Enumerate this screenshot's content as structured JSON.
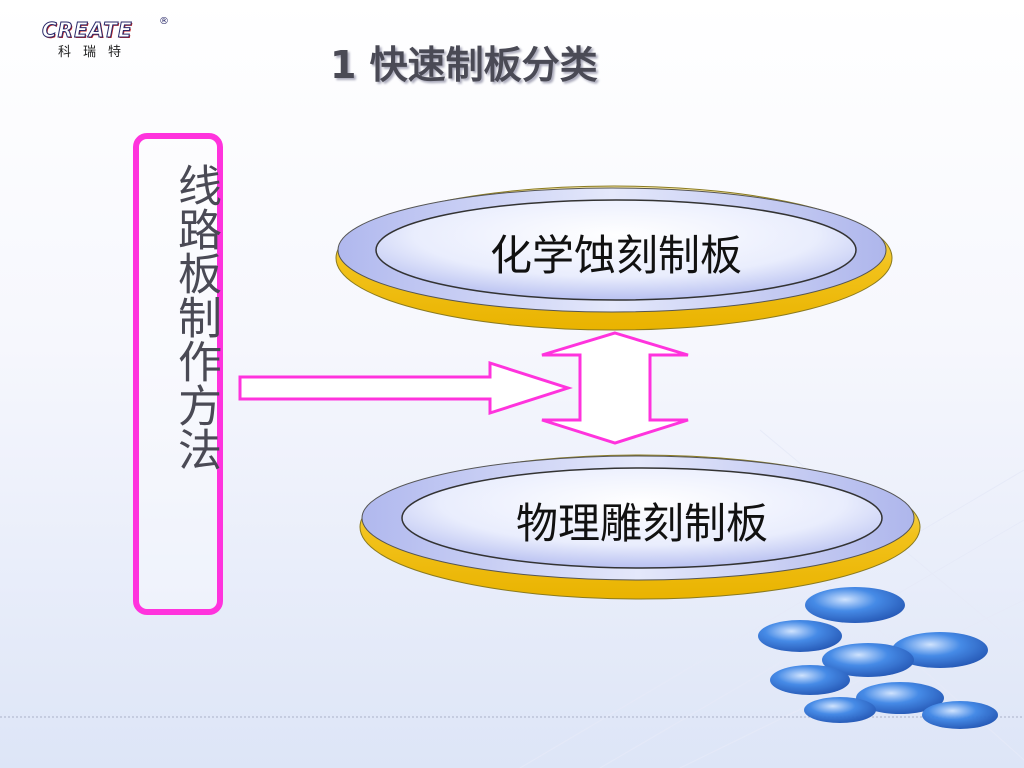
{
  "logo": {
    "brand": "CREATE",
    "registered": "®",
    "chinese": "科瑞特"
  },
  "title": "1  快速制板分类",
  "left_box": {
    "text": "线路板制作方法"
  },
  "nodes": [
    {
      "label": "化学蚀刻制板"
    },
    {
      "label": "物理雕刻制板"
    }
  ],
  "colors": {
    "accent": "#ff33dd",
    "oval_gold": "#f2c21b",
    "oval_blue": "#b9c3f2",
    "text": "#4a4a55"
  }
}
